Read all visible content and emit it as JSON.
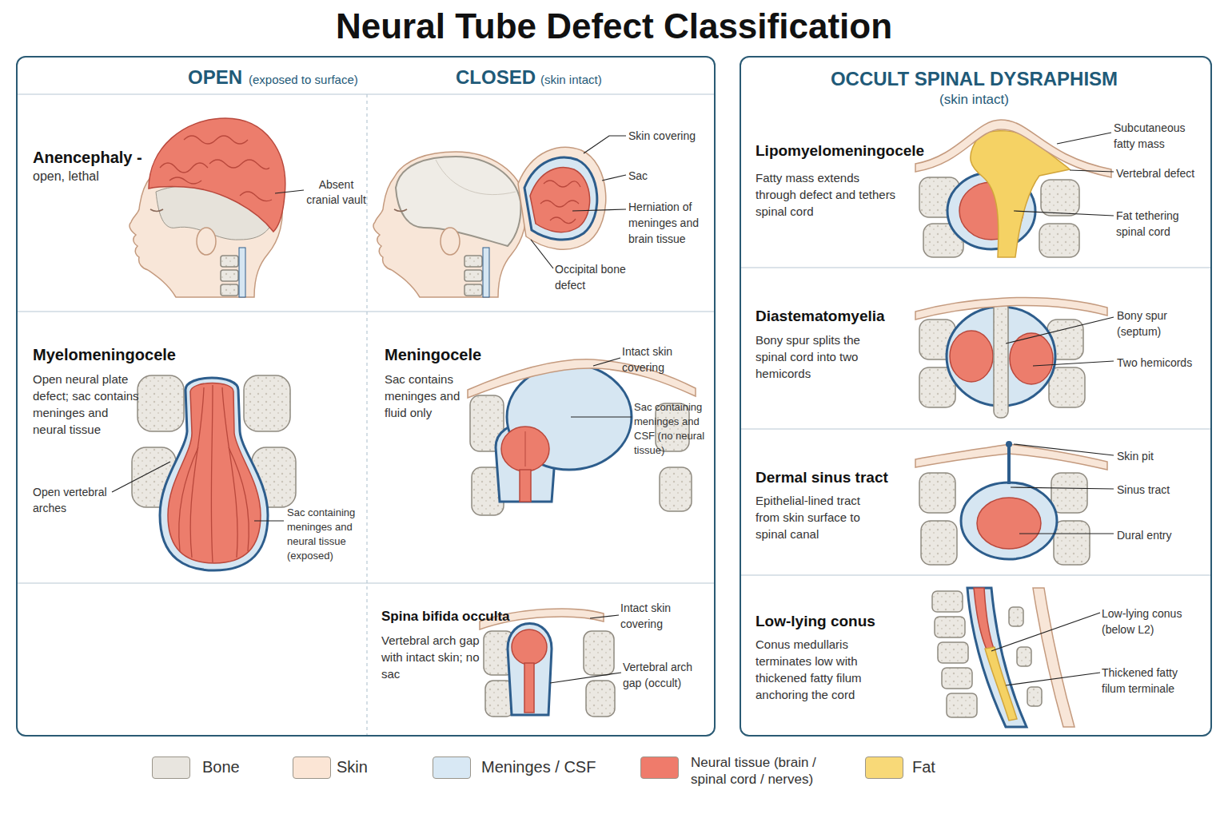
{
  "diagram": {
    "title": "Neural Tube Defect Classification",
    "nodes": [
      {
        "text": [
          "OPEN",
          "(exposed to surface)",
          "CLOSED",
          "(skin intact)"
        ]
      },
      {
        "text": [
          "Anencephaly -",
          "open, lethal"
        ],
        "in": 0
      },
      {
        "text": [
          "Myelomeningocele",
          "Open neural plate defect; sac contains meninges and neural tissue"
        ],
        "in": 0
      },
      {
        "text": [
          "Meningocele",
          "Sac contains meninges and fluid only"
        ],
        "in": 0
      },
      {
        "text": [
          "Spina bifida occulta",
          "Vertebral arch gap with intact skin; no sac"
        ],
        "in": 0
      },
      {
        "text": [
          "OCCULT SPINAL DYSRAPHISM",
          "(skin intact)"
        ]
      },
      {
        "text": [
          "Lipomyelomeningocele",
          "Fatty mass extends through defect and tethers spinal cord"
        ],
        "in": 5
      },
      {
        "text": [
          "Diastematomyelia",
          "Bony spur splits the spinal cord into two hemicords"
        ],
        "in": 5
      },
      {
        "text": [
          "Dermal sinus tract",
          "Epithelial-lined tract from skin surface to spinal canal"
        ],
        "in": 5
      },
      {
        "text": [
          "Low-lying conus",
          "Conus medullaris terminates low with thickened fatty filum anchoring the cord"
        ],
        "in": 5
      }
    ],
    "labels": [
      "Absent cranial vault",
      "Skin covering",
      "Sac",
      "Herniation of meninges and brain tissue",
      "Occipital bone defect",
      "Open vertebral arches",
      "Sac containing meninges and neural tissue (exposed)",
      "Intact skin covering",
      "Sac containing meninges and CSF (no neural tissue)",
      "Intact skin covering",
      "Vertebral arch gap (occult)",
      "Subcutaneous fatty mass",
      "Vertebral defect",
      "Fat tethering spinal cord",
      "Bony spur (septum)",
      "Two hemicords",
      "Skin pit",
      "Sinus tract",
      "Dural entry",
      "Low-lying conus (below L2)",
      "Thickened fatty filum terminale"
    ],
    "legend": [
      {
        "text": "Bone",
        "color": "#e8e5df"
      },
      {
        "text": "Skin",
        "color": "#fbe5d5"
      },
      {
        "text": "Meninges / CSF",
        "color": "#d8e8f4"
      },
      {
        "text": "Neural tissue (brain / spinal cord / nerves)",
        "color": "#ef7b6b"
      },
      {
        "text": "Fat",
        "color": "#f8d978"
      }
    ]
  }
}
